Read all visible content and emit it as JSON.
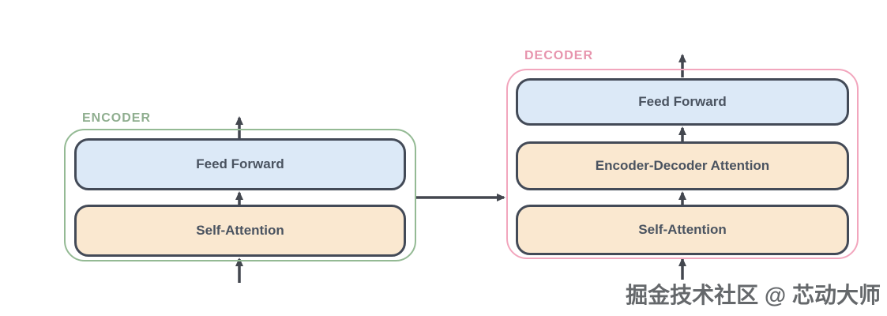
{
  "page": {
    "background_color": "#ffffff"
  },
  "encoder": {
    "label": "ENCODER",
    "accent_color": "#94ba94",
    "label_color": "#8fae8f",
    "blocks": [
      {
        "label": "Feed Forward",
        "fill": "#dce9f7"
      },
      {
        "label": "Self-Attention",
        "fill": "#fae8d0"
      }
    ]
  },
  "decoder": {
    "label": "DECODER",
    "accent_color": "#f2a6bd",
    "label_color": "#e794ad",
    "blocks": [
      {
        "label": "Feed Forward",
        "fill": "#dce9f7"
      },
      {
        "label": "Encoder-Decoder Attention",
        "fill": "#fae8d0"
      },
      {
        "label": "Self-Attention",
        "fill": "#fae8d0"
      }
    ]
  },
  "colors": {
    "block_border": "#434a57",
    "block_text": "#4a5360",
    "arrow": "#43474f",
    "blue_fill": "#dce9f7",
    "peach_fill": "#fae8d0"
  },
  "watermark": {
    "text": "掘金技术社区 @ 芯动大师"
  }
}
